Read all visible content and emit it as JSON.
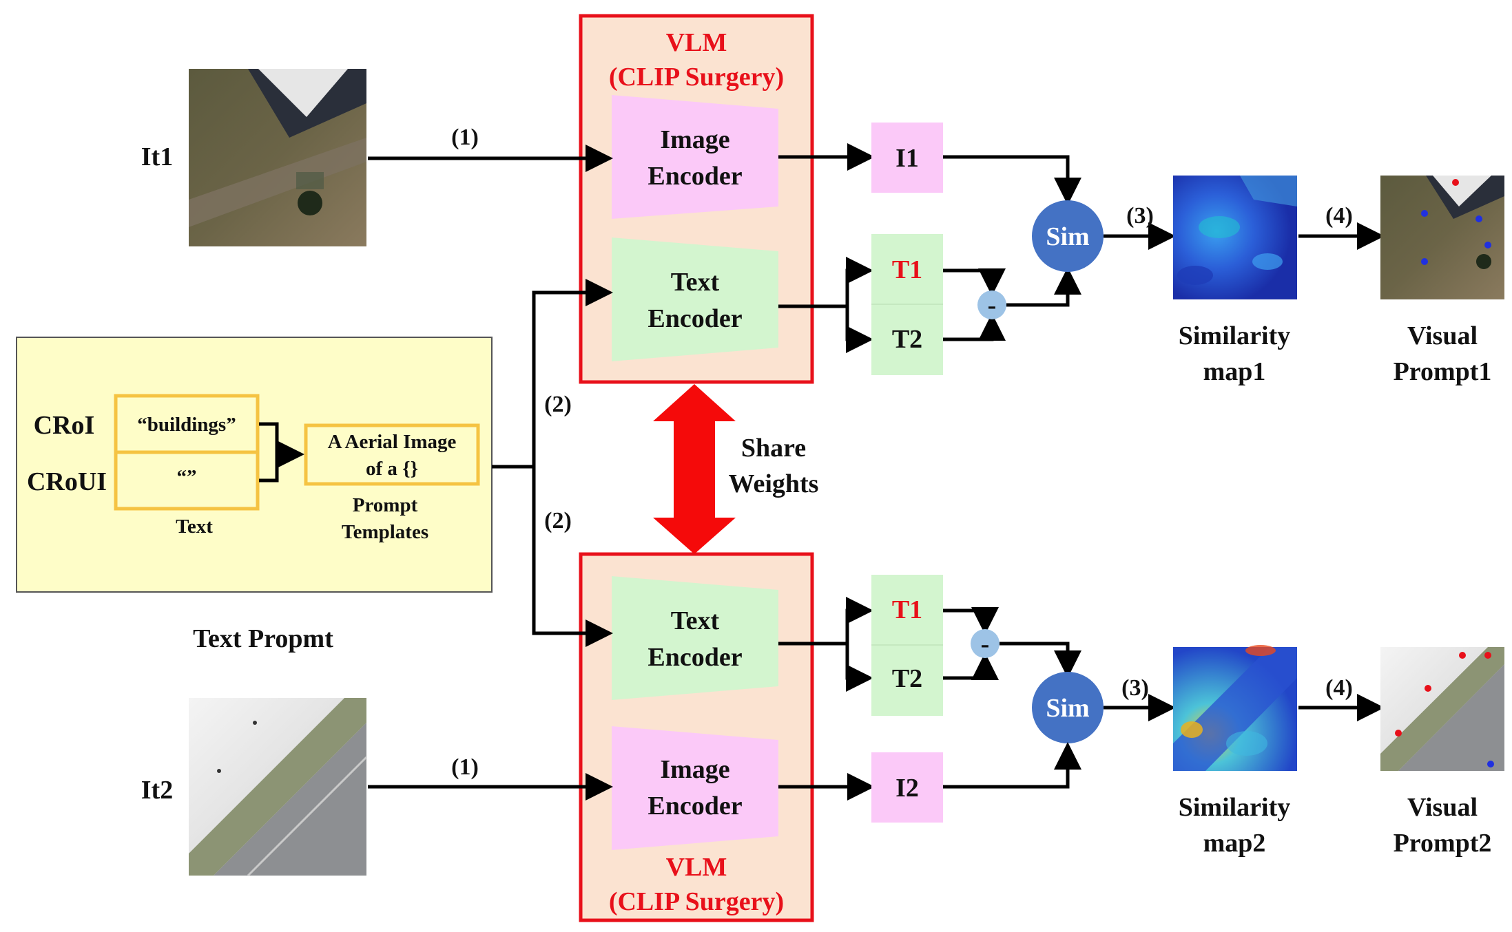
{
  "inputs": {
    "it1_label": "It1",
    "it2_label": "It2"
  },
  "vlm": {
    "title": "VLM",
    "subtitle": "(CLIP Surgery)",
    "image_encoder": [
      "Image",
      "Encoder"
    ],
    "text_encoder": [
      "Text",
      "Encoder"
    ]
  },
  "steps": {
    "s1": "(1)",
    "s2": "(2)",
    "s3": "(3)",
    "s4": "(4)"
  },
  "features": {
    "i1": "I1",
    "i2": "I2",
    "t1": "T1",
    "t2": "T2",
    "minus": "-",
    "sim": "Sim"
  },
  "share": [
    "Share",
    "Weights"
  ],
  "text_prompt": {
    "croi": "CRoI",
    "croui": "CRoUI",
    "buildings": "“buildings”",
    "empty": "“”",
    "text_caption": "Text",
    "template": [
      "A Aerial Image",
      "of a {}"
    ],
    "template_caption": [
      "Prompt",
      "Templates"
    ],
    "title": "Text Propmt"
  },
  "outputs": {
    "sim_map1": [
      "Similarity",
      "map1"
    ],
    "sim_map2": [
      "Similarity",
      "map2"
    ],
    "visual1": [
      "Visual",
      "Prompt1"
    ],
    "visual2": [
      "Visual",
      "Prompt2"
    ]
  },
  "colors": {
    "vlm_border": "#e8101a",
    "vlm_fill": "#fbe3d1",
    "image_encoder_fill": "#fbc9f8",
    "text_encoder_fill": "#d3f5cf",
    "sim_node": "#4472c4",
    "minus_node": "#9dc3e6",
    "prompt_box_fill": "#fefdc8",
    "prompt_border": "#f5c342",
    "text_red": "#e8101a"
  }
}
